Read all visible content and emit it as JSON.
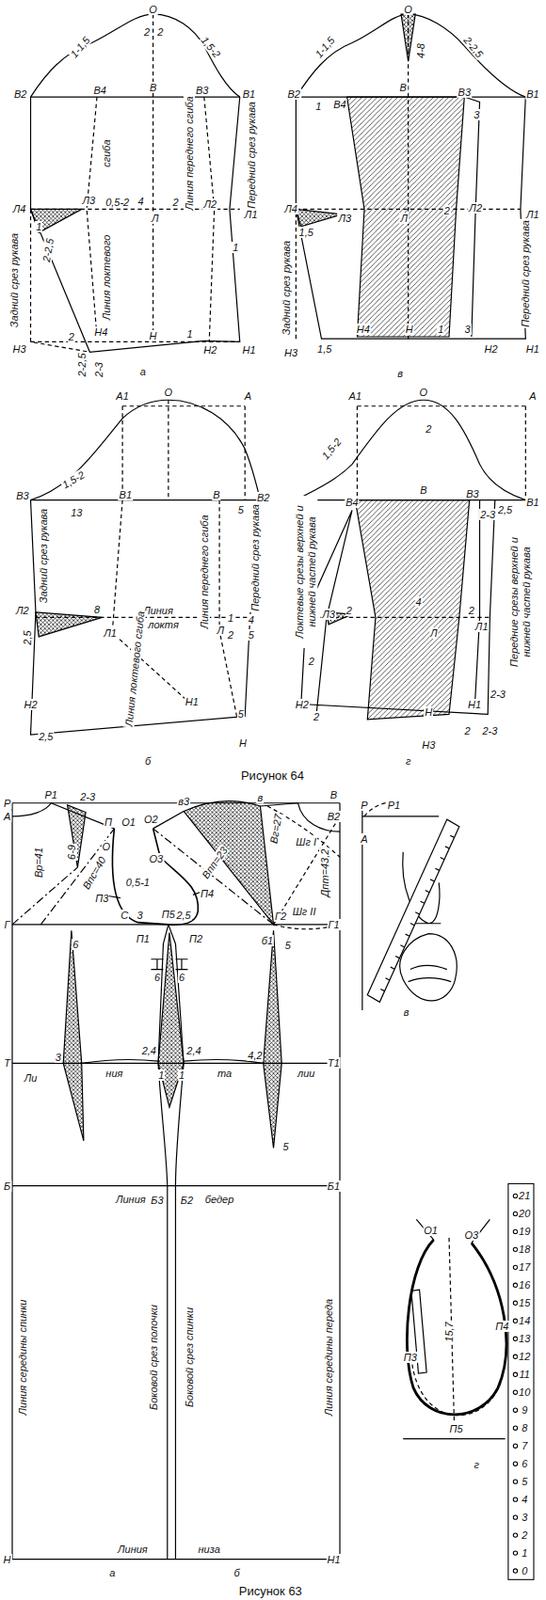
{
  "diagram": {
    "labels": [
      "О",
      "2",
      "2",
      "1-1,5",
      "1,5-2",
      "В2",
      "В4",
      "В",
      "В3",
      "В1",
      "Л4",
      "Л3",
      "0,5-2",
      "4",
      "Л",
      "2",
      "Л2",
      "Л1",
      "1",
      "2-2,5",
      "сгиба",
      "Линия локтевого",
      "Линия переднего сгиба",
      "Задний срез рукава",
      "Передний срез рукава",
      "1",
      "Н3",
      "2",
      "Н4",
      "Н",
      "1",
      "Н2",
      "Н1",
      "2-2,5",
      "2-3",
      "а",
      "О",
      "1-1,5",
      "4-8",
      "2-2,5",
      "В2",
      "1",
      "В4",
      "В",
      "В3",
      "3",
      "В1",
      "Л4",
      "Л3",
      "1,5",
      "Л",
      "2",
      "Л2",
      "Л1",
      "Задний срез рукава",
      "Передний срез рукава",
      "Н3",
      "1,5",
      "Н4",
      "Н",
      "1",
      "3",
      "Н2",
      "Н1",
      "в",
      "А1",
      "О",
      "А",
      "1,5-2",
      "В3",
      "13",
      "В1",
      "В",
      "5",
      "В2",
      "Л2",
      "8",
      "2,5",
      "Л1",
      "Линия",
      "локтя",
      "Л",
      "1",
      "4",
      "2",
      "5",
      "Задний срез рукава",
      "Линия локтевого сгиба",
      "Линия переднего сгиба",
      "Передний срез рукава",
      "Н2",
      "Н1",
      "5",
      "Н",
      "2,5",
      "б",
      "А1",
      "О",
      "А",
      "1,5-2",
      "2",
      "В4",
      "В",
      "В3",
      "В1",
      "2-3",
      "2,5",
      "Локтевые срезы верхней и нижней частей рукава",
      "Л3",
      "2",
      "4",
      "Л",
      "2",
      "Л1",
      "Передние срезы верхней и нижней частей рукава",
      "2",
      "Н2",
      "2",
      "Н",
      "Н1",
      "2-3",
      "Н3",
      "2",
      "2-3",
      "г",
      "Рисунок 64",
      "Р",
      "Р1",
      "2-3",
      "6-9",
      "П",
      "О1",
      "О",
      "О2",
      "О3",
      "в3",
      "в",
      "Вг=27",
      "В",
      "А",
      "В2",
      "Вр=41",
      "Впс=40",
      "Впп=23",
      "Шг I",
      "Дпт=43,2",
      "0,5-1",
      "П3",
      "П4",
      "С",
      "3",
      "П5",
      "2,5",
      "Шг II",
      "Г",
      "Г2",
      "Г1",
      "П1",
      "П2",
      "б1",
      "5",
      "6",
      "6",
      "6",
      "Т",
      "Т1",
      "3",
      "Ли",
      "ния",
      "2,4",
      "1",
      "1",
      "2,4",
      "та",
      "4,2",
      "лии",
      "5",
      "Б",
      "Линия",
      "Б3",
      "Б2",
      "бедер",
      "Б1",
      "Линия середины спинки",
      "Боковой срез полочки",
      "Боковой срез спинки",
      "Линия середины переда",
      "Линия",
      "низа",
      "Н",
      "Н1",
      "а",
      "б",
      "Р",
      "Р1",
      "А",
      "в",
      "О1",
      "О3",
      "15,7",
      "П3",
      "П4",
      "П5",
      "г",
      "Рисунок 63",
      "21",
      "20",
      "19",
      "18",
      "17",
      "16",
      "15",
      "14",
      "13",
      "12",
      "11",
      "10",
      "9",
      "8",
      "7",
      "6",
      "5",
      "4",
      "3",
      "2",
      "1",
      "0"
    ]
  }
}
